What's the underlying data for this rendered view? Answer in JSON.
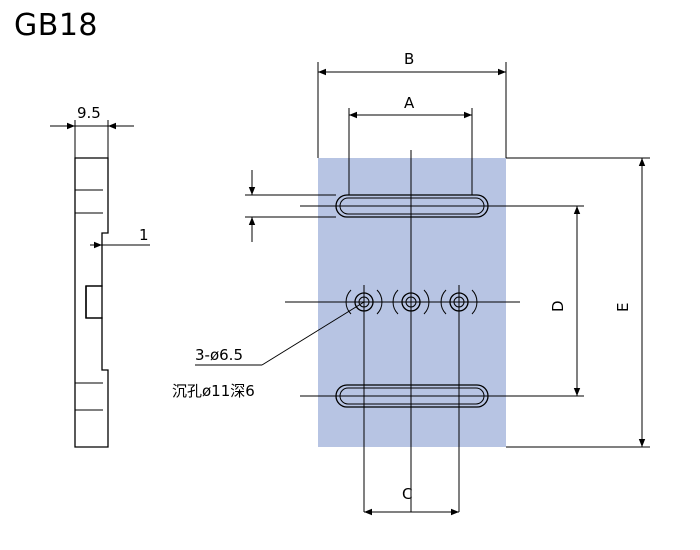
{
  "title": "GB18",
  "colors": {
    "plate": "#b7c4e3",
    "line": "#000000",
    "background": "#ffffff"
  },
  "labels": {
    "side_width": "9.5",
    "side_step": "1",
    "dim_b": "B",
    "dim_a": "A",
    "dim_c": "C",
    "dim_d": "D",
    "dim_e": "E",
    "holes": "3-ø6.5",
    "counterbore": "沉孔ø11深6"
  }
}
